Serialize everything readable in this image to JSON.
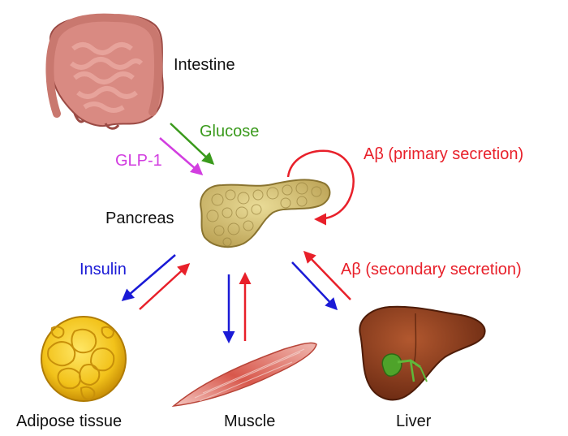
{
  "labels": {
    "intestine": "Intestine",
    "pancreas": "Pancreas",
    "adipose": "Adipose tissue",
    "muscle": "Muscle",
    "liver": "Liver",
    "glucose": "Glucose",
    "glp1": "GLP-1",
    "insulin": "Insulin",
    "abeta_primary": "Aβ (primary secretion)",
    "abeta_secondary": "Aβ (secondary secretion)"
  },
  "colors": {
    "glucose": "#3a9a1c",
    "glp1": "#d23ee0",
    "insulin": "#1a1ad6",
    "abeta": "#e8202a",
    "text": "#111111"
  },
  "icons": {
    "intestine": "intestine-illustration",
    "pancreas": "pancreas-illustration",
    "adipose": "adipose-tissue-illustration",
    "muscle": "muscle-illustration",
    "liver": "liver-illustration"
  }
}
